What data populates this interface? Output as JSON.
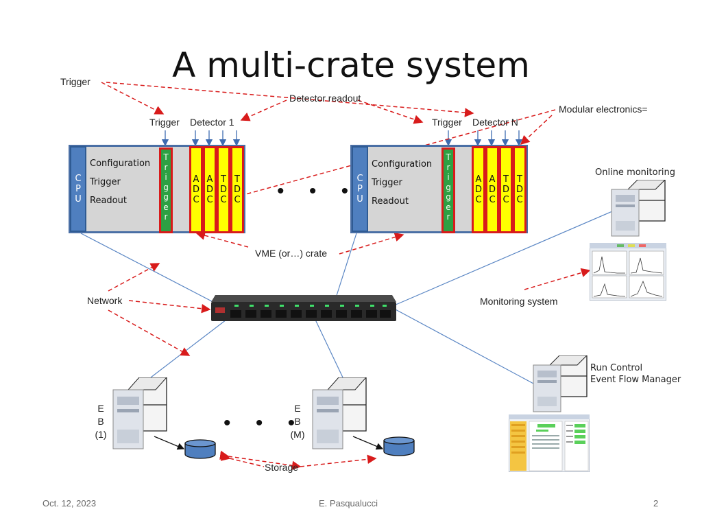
{
  "title": "A multi-crate system",
  "labels": {
    "trigger_top": "Trigger",
    "detector_readout": "Detector readout",
    "modular_electronics": "Modular electronics=",
    "online_monitoring": "Online monitoring",
    "vme_crate": "VME (or…) crate",
    "network": "Network",
    "monitoring_system": "Monitoring system",
    "run_control": "Run Control",
    "event_flow_manager": "Event Flow Manager",
    "storage": "Storage",
    "ellipsis": "• • •"
  },
  "crate_left": {
    "trigger_label": "Trigger",
    "detector_label": "Detector 1",
    "cpu": [
      "C",
      "P",
      "U"
    ],
    "rows": [
      "Configuration",
      "Trigger",
      "Readout"
    ],
    "trigger_module": [
      "T",
      "r",
      "i",
      "g",
      "g",
      "e",
      "r"
    ],
    "modules": [
      [
        "A",
        "D",
        "C"
      ],
      [
        "A",
        "D",
        "C"
      ],
      [
        "T",
        "D",
        "C"
      ],
      [
        "T",
        "D",
        "C"
      ]
    ]
  },
  "crate_right": {
    "trigger_label": "Trigger",
    "detector_label": "Detector N",
    "cpu": [
      "C",
      "P",
      "U"
    ],
    "rows": [
      "Configuration",
      "Trigger",
      "Readout"
    ],
    "trigger_module": [
      "T",
      "r",
      "i",
      "g",
      "g",
      "e",
      "r"
    ],
    "modules": [
      [
        "A",
        "D",
        "C"
      ],
      [
        "A",
        "D",
        "C"
      ],
      [
        "T",
        "D",
        "C"
      ],
      [
        "T",
        "D",
        "C"
      ]
    ]
  },
  "eb_left": [
    "E",
    "B",
    "(1)"
  ],
  "eb_right": [
    "E",
    "B",
    "(M)"
  ],
  "footer": {
    "date": "Oct. 12, 2023",
    "author": "E. Pasqualucci",
    "page": "2"
  },
  "colors": {
    "dashed_arrow": "#d81b1b",
    "crate_border": "#4a6fa5",
    "cpu": "#4f7fbf",
    "trigger_module": "#2ea043",
    "module_fill": "#ffff00",
    "network_line": "#5a86c4"
  }
}
